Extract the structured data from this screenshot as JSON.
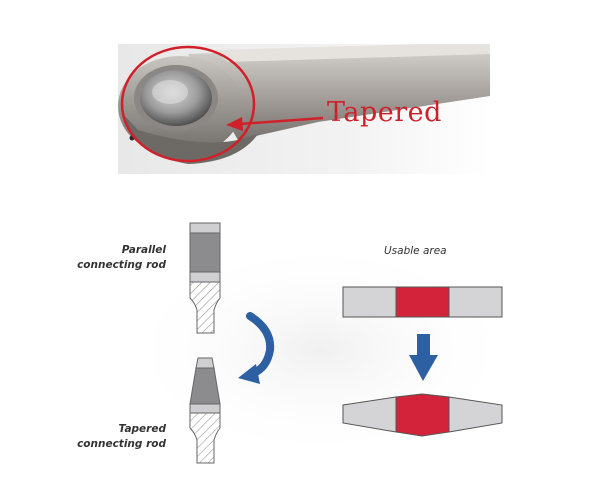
{
  "callout": {
    "label": "Tapered",
    "color": "#d0202a"
  },
  "labels": {
    "parallel_line1": "Parallel",
    "parallel_line2": "connecting rod",
    "tapered_line1": "Tapered",
    "tapered_line2": "connecting rod",
    "usable_area": "Usable area"
  },
  "colors": {
    "arrow_blue": "#2d5fa3",
    "usable_red": "#d2233a",
    "bar_gray": "#d4d4d6",
    "rod_dark": "#8c8c8e",
    "rod_light": "#cfcfd1"
  },
  "icons": [
    "curved-arrow-icon",
    "down-arrow-icon"
  ]
}
